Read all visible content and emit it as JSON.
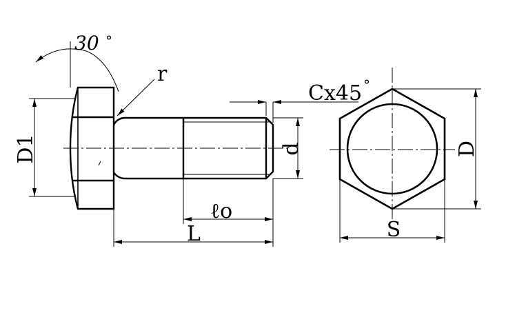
{
  "labels": {
    "angle_value": "30",
    "angle_unit": "°",
    "radius": "r",
    "chamfer": "Cx45",
    "chamfer_unit": "°",
    "head_diameter": "D1",
    "thread_diameter": "d",
    "hex_diameter": "D",
    "thread_length": "ℓo",
    "bolt_length": "L",
    "across_flats": "S"
  },
  "colors": {
    "ink": "#000000",
    "background": "#ffffff"
  }
}
